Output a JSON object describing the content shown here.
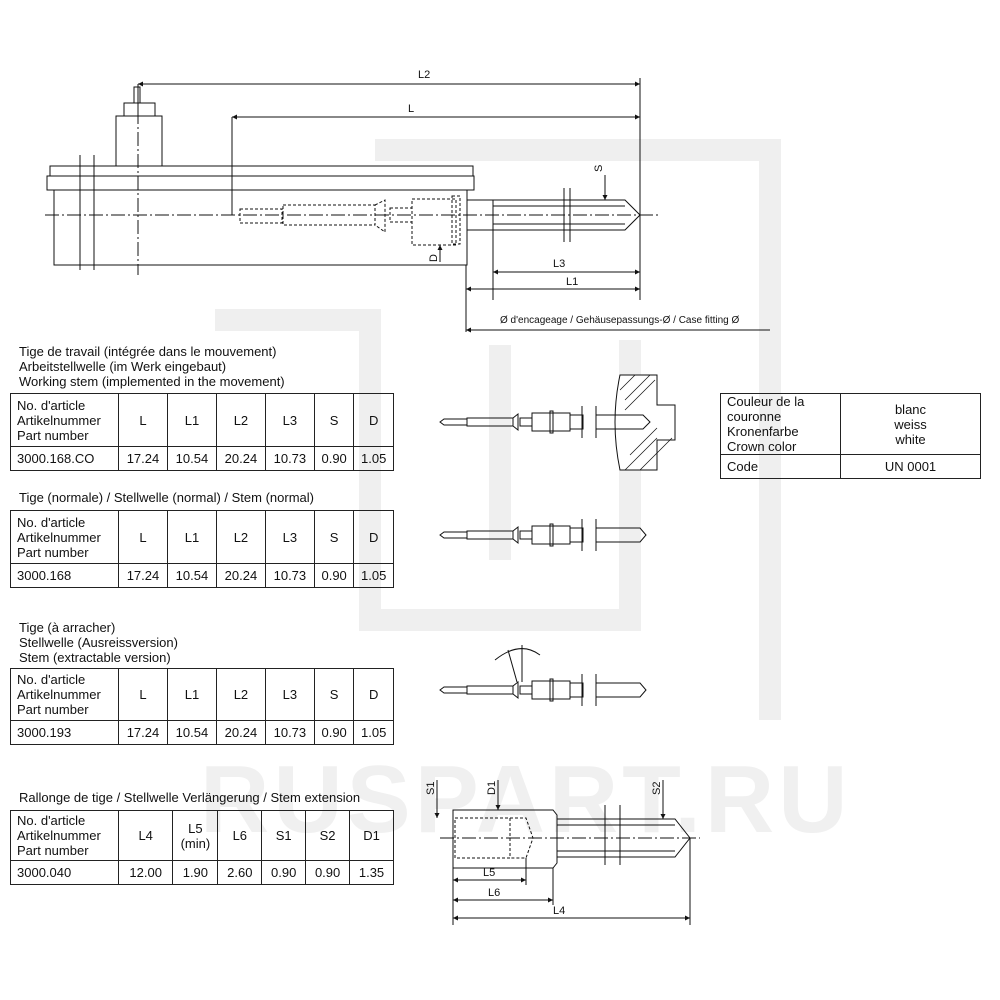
{
  "watermark": "RUSPART.RU",
  "top_drawing": {
    "dim_labels": {
      "l2": "L2",
      "l": "L",
      "s": "S",
      "d": "D",
      "l3": "L3",
      "l1": "L1"
    },
    "case_fitting_label": "Ø d'encageage / Gehäusepassungs-Ø / Case fitting Ø"
  },
  "header_row": {
    "part_number_lines": [
      "No. d'article",
      "Artikelnummer",
      "Part number"
    ]
  },
  "tables": [
    {
      "title_lines": [
        "Tige de travail (intégrée dans le mouvement)",
        "Arbeitstellwelle (im Werk eingebaut)",
        "Working stem (implemented in the movement)"
      ],
      "columns": [
        "L",
        "L1",
        "L2",
        "L3",
        "S",
        "D"
      ],
      "row": {
        "part": "3000.168.CO",
        "values": [
          "17.24",
          "10.54",
          "20.24",
          "10.73",
          "0.90",
          "1.05"
        ]
      }
    },
    {
      "title_lines": [
        "Tige (normale) / Stellwelle (normal) / Stem (normal)"
      ],
      "columns": [
        "L",
        "L1",
        "L2",
        "L3",
        "S",
        "D"
      ],
      "row": {
        "part": "3000.168",
        "values": [
          "17.24",
          "10.54",
          "20.24",
          "10.73",
          "0.90",
          "1.05"
        ]
      }
    },
    {
      "title_lines": [
        "Tige (à arracher)",
        "Stellwelle (Ausreissversion)",
        "Stem (extractable version)"
      ],
      "columns": [
        "L",
        "L1",
        "L2",
        "L3",
        "S",
        "D"
      ],
      "row": {
        "part": "3000.193",
        "values": [
          "17.24",
          "10.54",
          "20.24",
          "10.73",
          "0.90",
          "1.05"
        ]
      }
    },
    {
      "title_lines": [
        "Rallonge de tige / Stellwelle Verlängerung / Stem extension"
      ],
      "columns": [
        "L4",
        "L5 (min)",
        "L6",
        "S1",
        "S2",
        "D1"
      ],
      "row": {
        "part": "3000.040",
        "values": [
          "12.00",
          "1.90",
          "2.60",
          "0.90",
          "0.90",
          "1.35"
        ]
      }
    }
  ],
  "crown_table": {
    "label_lines": [
      "Couleur de la couronne",
      "Kronenfarbe",
      "Crown color"
    ],
    "value_lines": [
      "blanc",
      "weiss",
      "white"
    ],
    "code_label": "Code",
    "code_value": "UN 0001"
  },
  "extension_drawing": {
    "dim_labels": {
      "s1": "S1",
      "d1": "D1",
      "s2": "S2",
      "l5": "L5",
      "l6": "L6",
      "l4": "L4"
    }
  }
}
